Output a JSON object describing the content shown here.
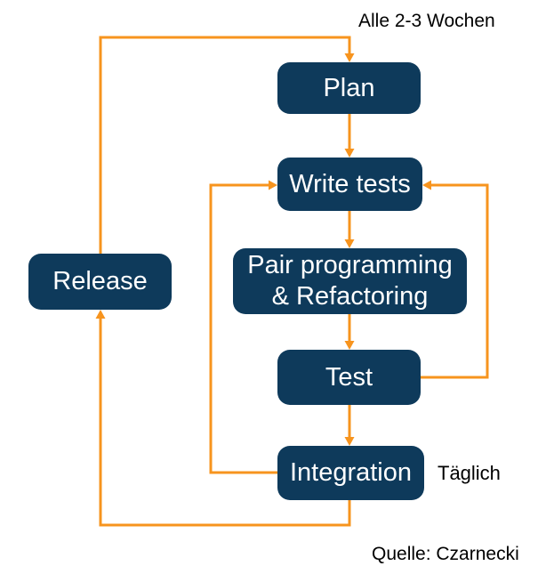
{
  "colors": {
    "background": "#FFFFFF",
    "node_fill": "#0E3A5B",
    "node_text": "#FFFFFF",
    "arrow": "#F7941E",
    "annotation_text": "#000000"
  },
  "nodes": [
    {
      "id": "plan",
      "label": "Plan"
    },
    {
      "id": "write-tests",
      "label": "Write tests"
    },
    {
      "id": "pair-programming",
      "label": "Pair programming\n& Refactoring"
    },
    {
      "id": "test",
      "label": "Test"
    },
    {
      "id": "integration",
      "label": "Integration"
    },
    {
      "id": "release",
      "label": "Release"
    }
  ],
  "edges": [
    {
      "from": "release",
      "to": "plan"
    },
    {
      "from": "plan",
      "to": "write-tests"
    },
    {
      "from": "write-tests",
      "to": "pair-programming"
    },
    {
      "from": "pair-programming",
      "to": "test"
    },
    {
      "from": "test",
      "to": "integration"
    },
    {
      "from": "test",
      "to": "write-tests"
    },
    {
      "from": "integration",
      "to": "write-tests"
    },
    {
      "from": "integration",
      "to": "release"
    }
  ],
  "annotations": {
    "interval": "Alle 2-3 Wochen",
    "daily": "Täglich",
    "source": "Quelle: Czarnecki"
  }
}
